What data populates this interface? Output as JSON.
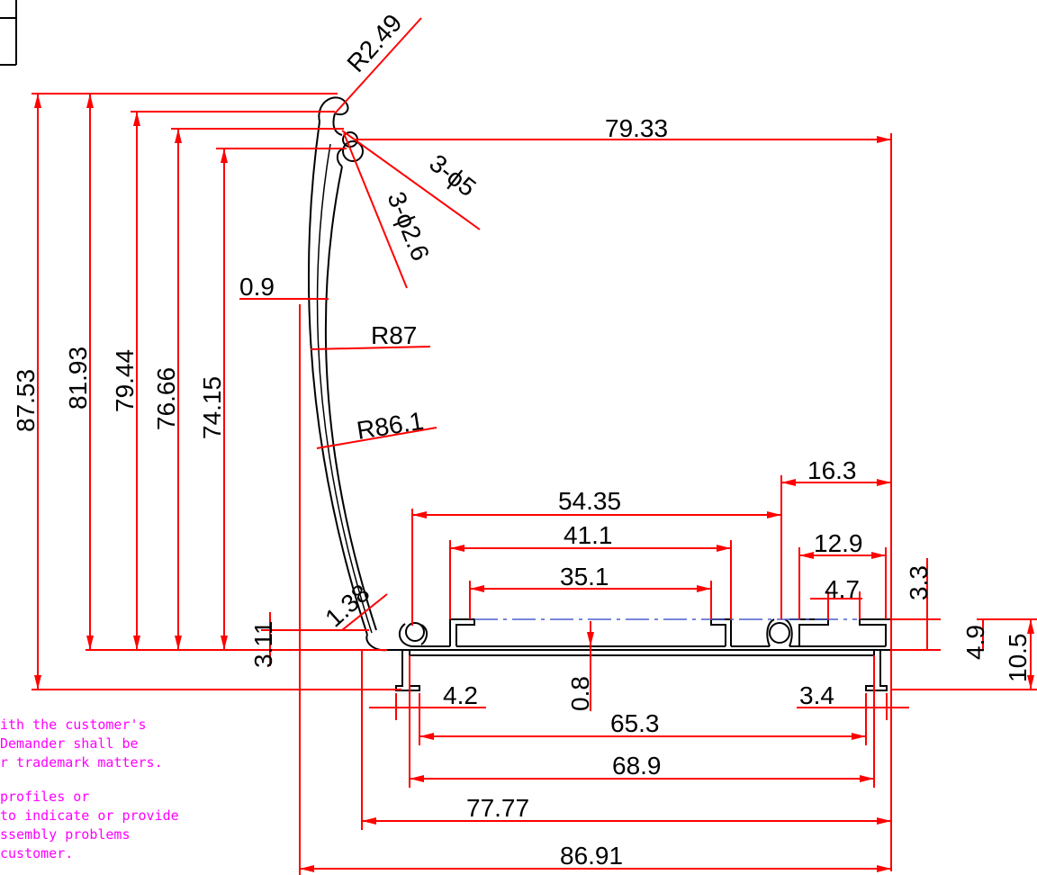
{
  "colors": {
    "dimension_line": "#ff0000",
    "profile_outline": "#000000",
    "note_text": "#ff00ff",
    "center_line": "#4a5fd0"
  },
  "dimensions": {
    "r_2_49": "R2.49",
    "w_79_33": "79.33",
    "holes_5": "3-ϕ5",
    "holes_2_6": "3-ϕ2.6",
    "t_0_9": "0.9",
    "r_87": "R87",
    "r_86_1": "R86.1",
    "h_87_53": "87.53",
    "h_81_93": "81.93",
    "h_79_44": "79.44",
    "h_76_66": "76.66",
    "h_74_15": "74.15",
    "w_16_3": "16.3",
    "w_54_35": "54.35",
    "w_41_1": "41.1",
    "w_12_9": "12.9",
    "w_35_1": "35.1",
    "w_4_7": "4.7",
    "h_3_3": "3.3",
    "r_1_38": "1.38",
    "h_3_11": "3.11",
    "h_4_9": "4.9",
    "h_10_5": "10.5",
    "w_4_2": "4.2",
    "t_0_8": "0.8",
    "w_3_4": "3.4",
    "w_65_3": "65.3",
    "w_68_9": "68.9",
    "w_77_77": "77.77",
    "w_86_91": "86.91"
  },
  "notes": {
    "line1": "ith the customer's",
    "line2": " Demander shall be",
    "line3": "r trademark matters.",
    "line4": " profiles or",
    "line5": "to indicate or provide",
    "line6": "ssembly problems",
    "line7": " customer."
  }
}
